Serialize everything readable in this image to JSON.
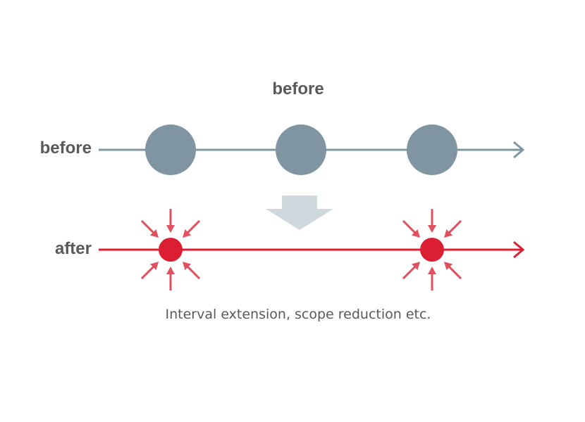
{
  "title": "before",
  "rows": {
    "before_label": "before",
    "after_label": "after"
  },
  "caption": "Interval extension, scope reduction etc.",
  "diagram": {
    "before_nodes": 3,
    "after_nodes": 2,
    "colors": {
      "before": "#7f96a2",
      "after": "#dc1e32",
      "after_arrows": "#e0505e",
      "transition_arrow": "#cfd8dd",
      "text": "#595959"
    }
  }
}
